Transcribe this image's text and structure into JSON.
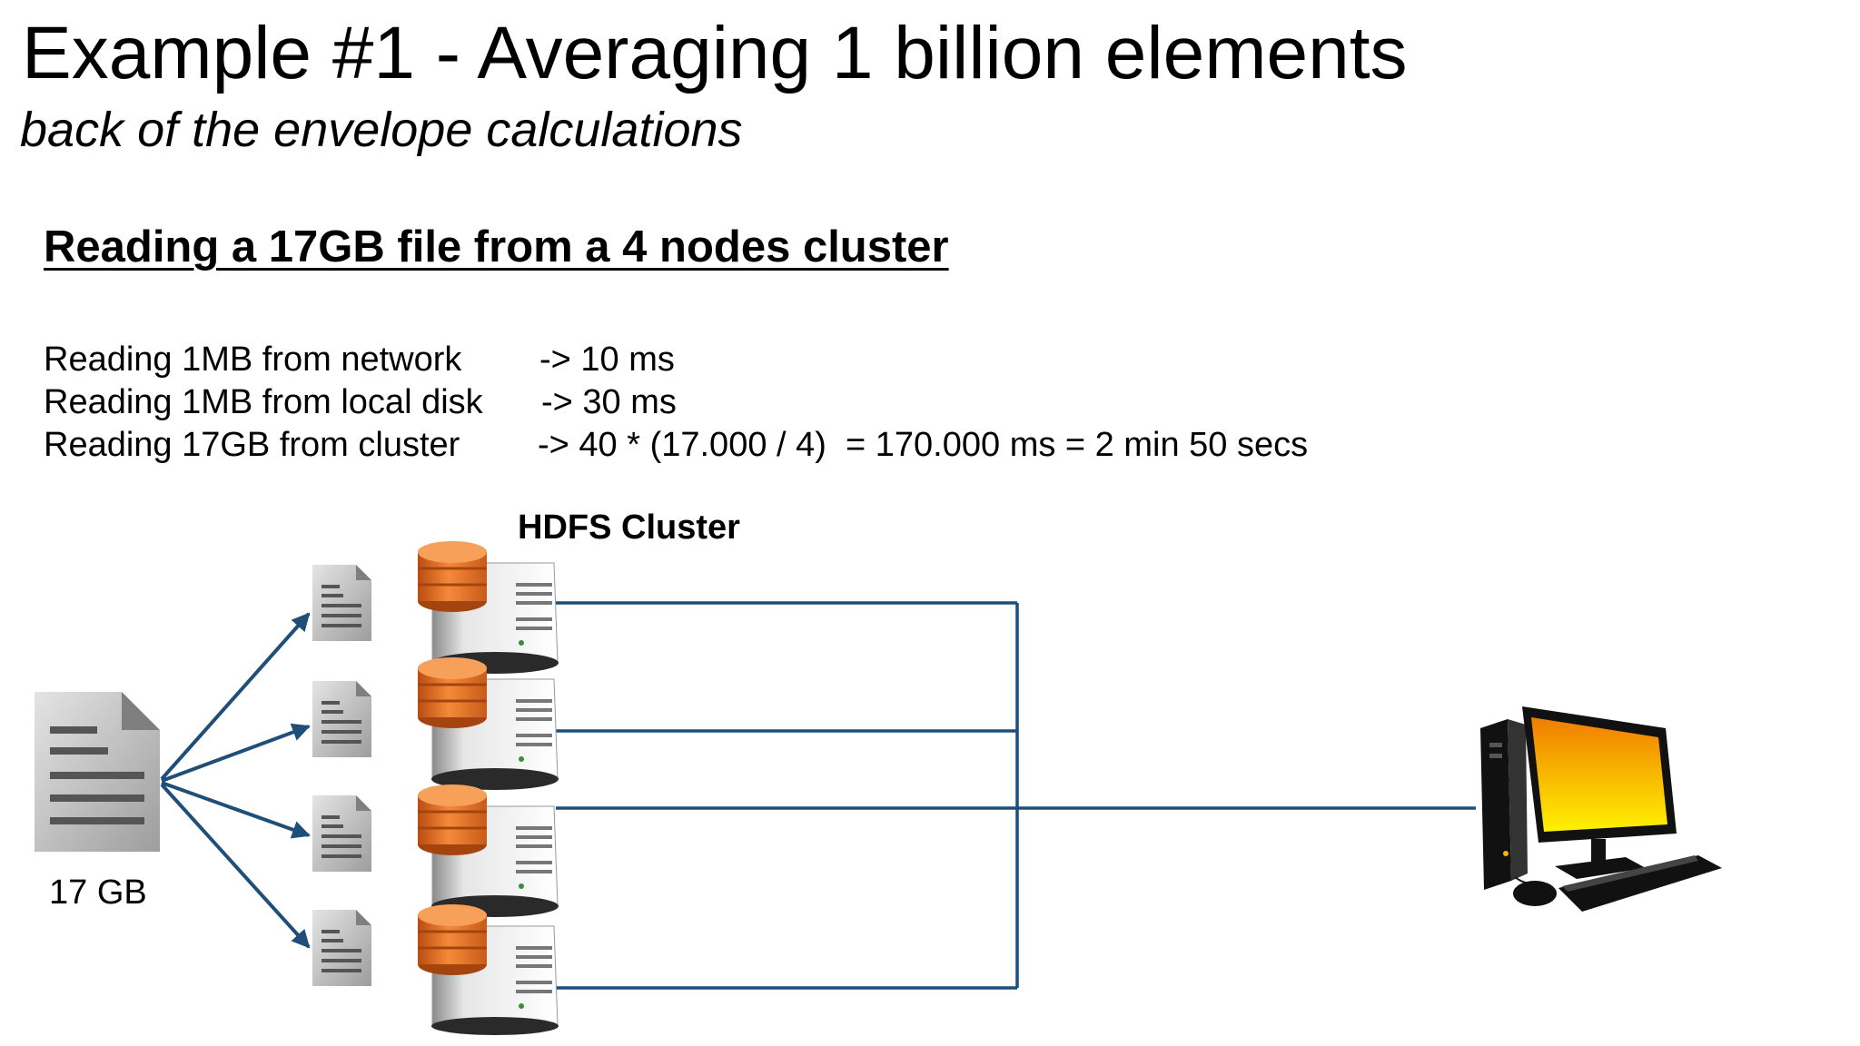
{
  "slide": {
    "title": "Example #1 - Averaging 1 billion elements",
    "subtitle": "back of the envelope calculations",
    "heading": "Reading a 17GB file  from a 4 nodes cluster"
  },
  "calculations": [
    {
      "label": "Reading 1MB from network",
      "value": "-> 10 ms"
    },
    {
      "label": "Reading 1MB from local disk",
      "value": "-> 30 ms"
    },
    {
      "label": "Reading 17GB from cluster",
      "value": "-> 40 * (17.000 / 4)  = 170.000 ms = 2 min 50 secs"
    }
  ],
  "diagram": {
    "cluster_label": "HDFS Cluster",
    "file_size_label": "17 GB",
    "line_color": "#1f4e79",
    "disk_color": "#e8742c",
    "monitor_color": "#f5b800",
    "icons": [
      "large-file-icon",
      "file-chunk-icon",
      "server-icon",
      "database-icon",
      "desktop-computer-icon"
    ]
  }
}
